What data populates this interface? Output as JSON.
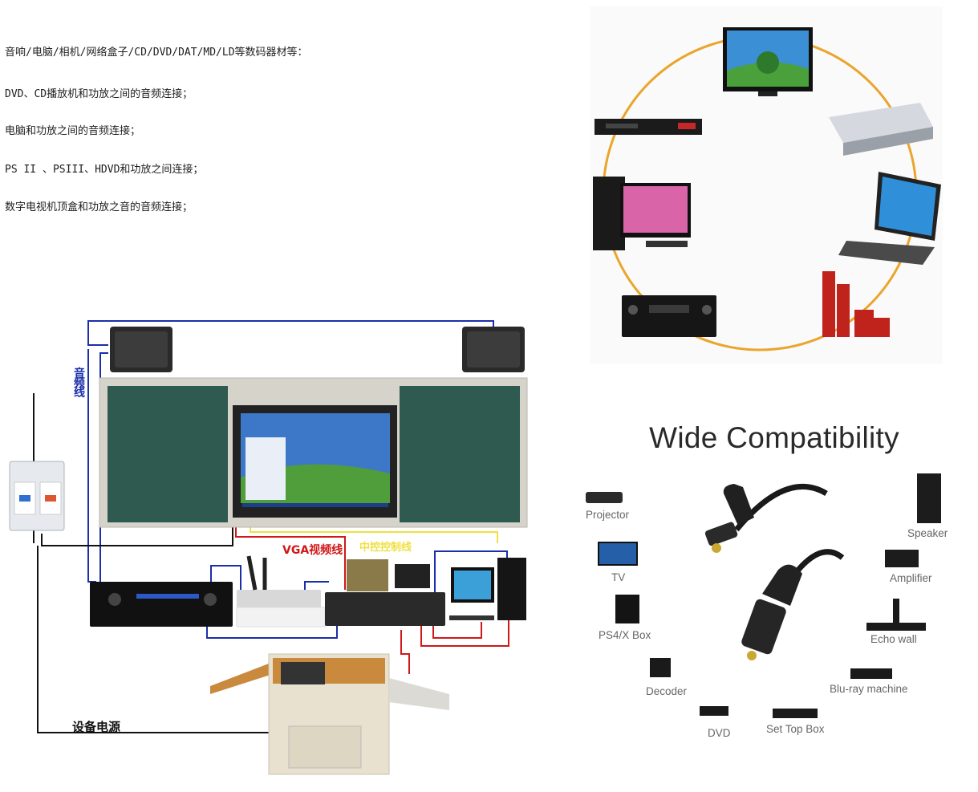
{
  "features": [
    "音响/电脑/相机/网络盒子/CD/DVD/DAT/MD/LD等数码器材等：",
    "DVD、CD播放机和功放之间的音频连接；",
    "电脑和功放之间的音频连接；",
    "PS II 、PSIII、HDVD和功放之间连接；",
    "数字电视机顶盒和功放之音的音频连接；"
  ],
  "diagram": {
    "audio_line_label_1": "音",
    "audio_line_label_2": "频",
    "audio_line_label_3": "线",
    "vga_label": "VGA视频线",
    "control_label": "中控控制线",
    "power_label": "设备电源",
    "colors": {
      "audio": "#1a2fa8",
      "vga": "#d01818",
      "control": "#f0e040",
      "power": "#111111"
    }
  },
  "device_circle": {
    "ring_color": "#eaa52c",
    "devices": [
      "tv-icon",
      "dvd-player-icon",
      "set-top-box-icon",
      "desktop-pc-icon",
      "laptop-icon",
      "amplifier-icon",
      "speaker-set-icon"
    ]
  },
  "compatibility": {
    "title": "Wide Compatibility",
    "labels": {
      "projector": "Projector",
      "tv": "TV",
      "ps4": "PS4/X Box",
      "decoder": "Decoder",
      "dvd": "DVD",
      "set_top_box": "Set Top Box",
      "speaker": "Speaker",
      "amplifier": "Amplifier",
      "echo_wall": "Echo wall",
      "bluray": "Blu-ray machine"
    }
  }
}
